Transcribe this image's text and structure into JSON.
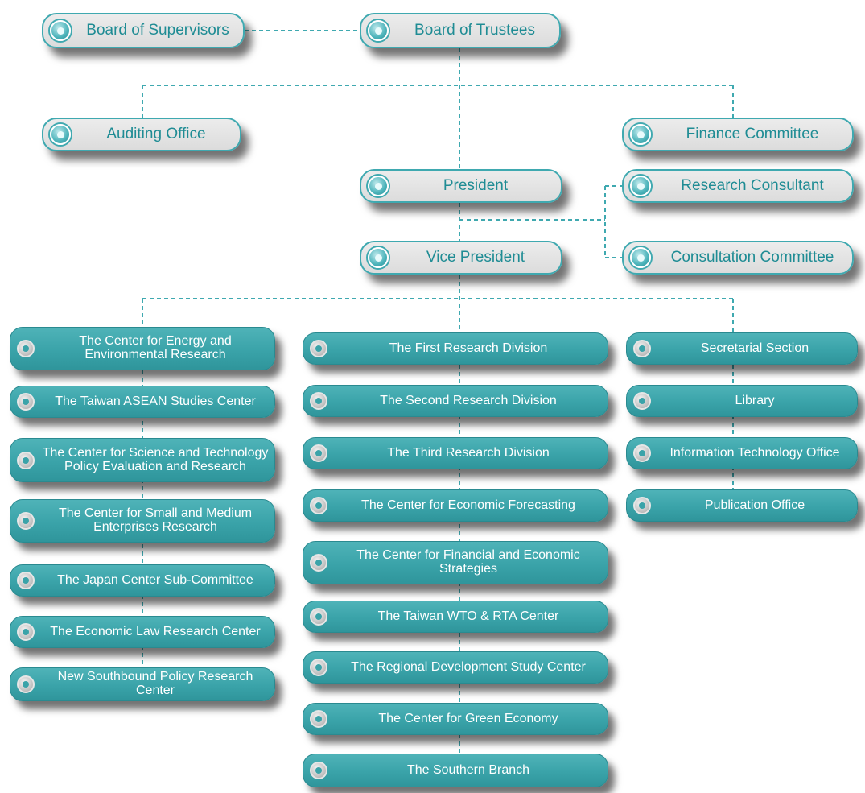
{
  "nodes": [
    {
      "id": "board-of-supervisors",
      "label": "Board of Supervisors",
      "style": "light"
    },
    {
      "id": "board-of-trustees",
      "label": "Board of Trustees",
      "style": "light"
    },
    {
      "id": "auditing-office",
      "label": "Auditing Office",
      "style": "light"
    },
    {
      "id": "finance-committee",
      "label": "Finance Committee",
      "style": "light"
    },
    {
      "id": "president",
      "label": "President",
      "style": "light"
    },
    {
      "id": "research-consultant",
      "label": "Research Consultant",
      "style": "light"
    },
    {
      "id": "vice-president",
      "label": "Vice President",
      "style": "light"
    },
    {
      "id": "consultation-committee",
      "label": "Consultation Committee",
      "style": "light"
    },
    {
      "id": "energy-environmental-center",
      "label": "The Center for Energy and Environmental Research",
      "style": "dark"
    },
    {
      "id": "asean-studies-center",
      "label": "The Taiwan ASEAN Studies Center",
      "style": "dark"
    },
    {
      "id": "science-technology-center",
      "label": "The Center for Science and Technology Policy Evaluation and Research",
      "style": "dark"
    },
    {
      "id": "sme-research-center",
      "label": "The Center for Small and Medium Enterprises Research",
      "style": "dark"
    },
    {
      "id": "japan-center",
      "label": "The Japan Center Sub-Committee",
      "style": "dark"
    },
    {
      "id": "economic-law-center",
      "label": "The Economic Law Research Center",
      "style": "dark"
    },
    {
      "id": "new-southbound-center",
      "label": "New Southbound Policy Research Center",
      "style": "dark"
    },
    {
      "id": "first-research-division",
      "label": "The First Research Division",
      "style": "dark"
    },
    {
      "id": "second-research-division",
      "label": "The Second Research Division",
      "style": "dark"
    },
    {
      "id": "third-research-division",
      "label": "The Third Research Division",
      "style": "dark"
    },
    {
      "id": "economic-forecasting-center",
      "label": "The Center for Economic Forecasting",
      "style": "dark"
    },
    {
      "id": "financial-economic-center",
      "label": "The Center for Financial and Economic Strategies",
      "style": "dark"
    },
    {
      "id": "wto-rta-center",
      "label": "The Taiwan WTO & RTA Center",
      "style": "dark"
    },
    {
      "id": "regional-development-center",
      "label": "The Regional Development Study Center",
      "style": "dark"
    },
    {
      "id": "green-economy-center",
      "label": "The Center for Green Economy",
      "style": "dark"
    },
    {
      "id": "southern-branch",
      "label": "The Southern Branch",
      "style": "dark"
    },
    {
      "id": "secretarial-section",
      "label": "Secretarial Section",
      "style": "dark"
    },
    {
      "id": "library",
      "label": "Library",
      "style": "dark"
    },
    {
      "id": "it-office",
      "label": "Information Technology Office",
      "style": "dark"
    },
    {
      "id": "publication-office",
      "label": "Publication Office",
      "style": "dark"
    }
  ],
  "edges": [
    {
      "from": "board-of-supervisors",
      "to": "board-of-trustees"
    },
    {
      "from": "board-of-trustees",
      "to": "president"
    },
    {
      "from": "board-of-trustees",
      "to": "auditing-office"
    },
    {
      "from": "board-of-trustees",
      "to": "finance-committee"
    },
    {
      "from": "president",
      "to": "vice-president"
    },
    {
      "from": "president",
      "to": "research-consultant"
    },
    {
      "from": "president",
      "to": "consultation-committee"
    },
    {
      "from": "vice-president",
      "to": "energy-environmental-center"
    },
    {
      "from": "vice-president",
      "to": "first-research-division"
    },
    {
      "from": "vice-president",
      "to": "secretarial-section"
    }
  ],
  "colors": {
    "teal": "#3aa3a9",
    "teal_text": "#1f8c94",
    "grey_fill": "#e2e2e2",
    "connector": "#3fa9b0"
  }
}
